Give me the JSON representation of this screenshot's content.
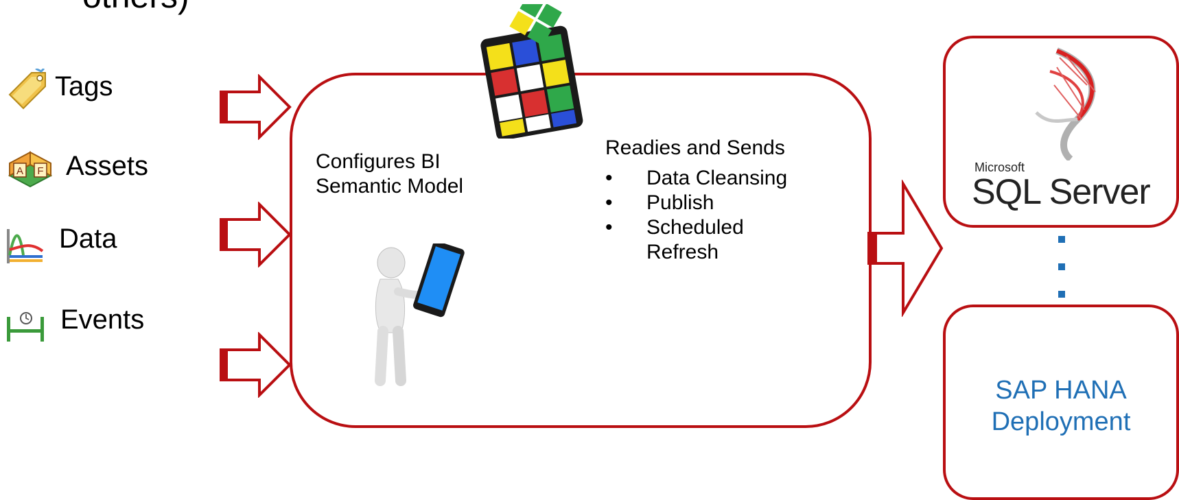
{
  "heading_fragment": "others)",
  "sources": [
    {
      "label": "Tags",
      "icon": "tag-icon"
    },
    {
      "label": "Assets",
      "icon": "af-assets-icon"
    },
    {
      "label": "Data",
      "icon": "trend-data-icon"
    },
    {
      "label": "Events",
      "icon": "event-frame-icon"
    }
  ],
  "process": {
    "configure_text_line1": "Configures BI",
    "configure_text_line2": "Semantic Model",
    "readies_title": "Readies and Sends",
    "bullet_char": "•",
    "steps": [
      {
        "line1": "Data Cleansing"
      },
      {
        "line1": "Publish"
      },
      {
        "line1": "Scheduled",
        "line2": "Refresh"
      }
    ]
  },
  "destinations": {
    "sql_server": {
      "small": "Microsoft",
      "main": "SQL Server"
    },
    "sap_hana": {
      "line1": "SAP HANA",
      "line2": "Deployment"
    }
  },
  "colors": {
    "arrow_red": "#b90f12",
    "box_border": "#b90f12",
    "hana_blue": "#1f6fb5"
  }
}
